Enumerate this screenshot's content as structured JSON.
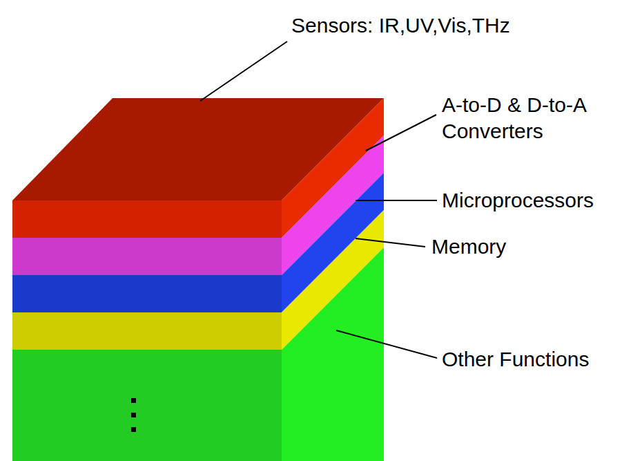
{
  "diagram": {
    "labels": [
      "Sensors: IR,UV,Vis,THz",
      "A-to-D & D-to-A Converters",
      "Microprocessors",
      "Memory",
      "Other Functions"
    ]
  }
}
